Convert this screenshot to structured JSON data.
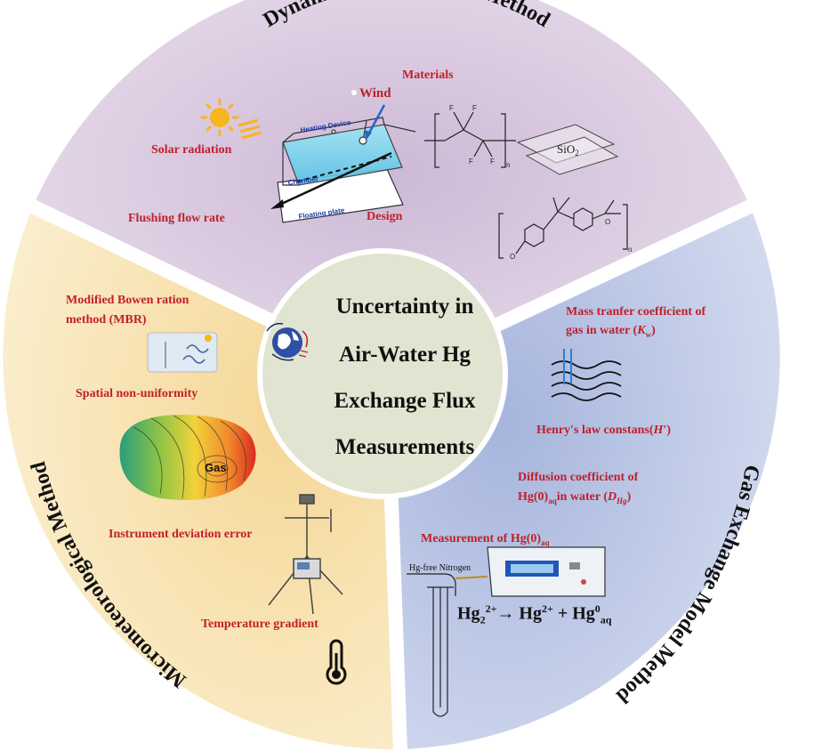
{
  "sectors": {
    "top_title": "Dynamic Flux chamber Method",
    "right_title": "Gas Exchange Model Method",
    "left_title": "Micrometeorological Method"
  },
  "center": {
    "line1": "Uncertainty in",
    "line2": "Air-Water Hg",
    "line3": "Exchange Flux",
    "line4": "Measurements"
  },
  "top_labels": {
    "materials": "Materials",
    "wind": "Wind",
    "solar": "Solar radiation",
    "flushing": "Flushing flow rate",
    "design": "Design",
    "heating": "Heating Device",
    "chamber": "Chamber",
    "floating": "Floating plate",
    "sio2": "SiO",
    "sio2_sub": "2",
    "f": "F",
    "n": "n",
    "o": "O"
  },
  "right_labels": {
    "mass_a": "Mass tranfer coefficient of",
    "mass_b": "gas in water (",
    "mass_k": "K",
    "mass_ksub": "w",
    "mass_end": ")",
    "henry": "Henry′s law constans(",
    "henry_h": "H′",
    "henry_end": ")",
    "diff_a": "Diffusion coefficient of",
    "diff_b": "Hg(0)",
    "diff_bsub": "aq",
    "diff_c": "in water (",
    "diff_d": "D",
    "diff_dsub": "Hg",
    "diff_end": ")",
    "meas": "Measurement of Hg(0)",
    "meas_sub": "aq",
    "nitrogen": "Hg-free Nitrogen",
    "eq_hg2": "Hg",
    "eq_sub2": "2",
    "eq_sup2": "2+",
    "eq_arrow": "→ Hg",
    "eq_sup2b": "2+",
    "eq_plus": " + Hg",
    "eq_sup0": "0",
    "eq_subaq": "aq"
  },
  "left_labels": {
    "mbr_a": "Modified Bowen ration",
    "mbr_b": "method (MBR)",
    "spatial": "Spatial non-uniformity",
    "gas": "Gas",
    "instrument": "Instrument deviation error",
    "temperature": "Temperature gradient"
  },
  "colors": {
    "top_sector": "#dccde2",
    "right_sector": "#b7c4e2",
    "left_sector": "#f7e3b3",
    "center_circle": "#e0e4cf",
    "border": "#ffffff",
    "label_red": "#c0202a"
  }
}
